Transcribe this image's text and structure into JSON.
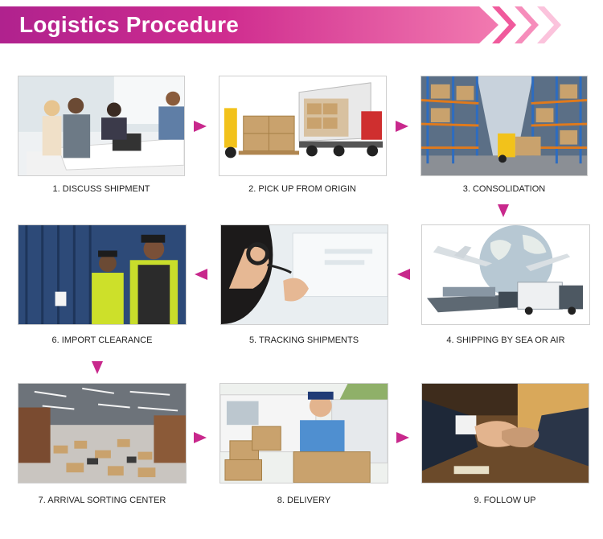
{
  "header": {
    "title": "Logistics Procedure"
  },
  "steps": [
    {
      "caption": "1. DISCUSS SHIPMENT"
    },
    {
      "caption": "2. PICK UP FROM ORIGIN"
    },
    {
      "caption": "3. CONSOLIDATION"
    },
    {
      "caption": "4. SHIPPING BY SEA OR AIR"
    },
    {
      "caption": "5. TRACKING SHIPMENTS"
    },
    {
      "caption": "6. IMPORT CLEARANCE"
    },
    {
      "caption": "7. ARRIVAL SORTING CENTER"
    },
    {
      "caption": "8. DELIVERY"
    },
    {
      "caption": "9. FOLLOW UP"
    }
  ],
  "colors": {
    "accent": "#c8288c",
    "banner_start": "#b0228e",
    "banner_end": "#f27ab0"
  }
}
